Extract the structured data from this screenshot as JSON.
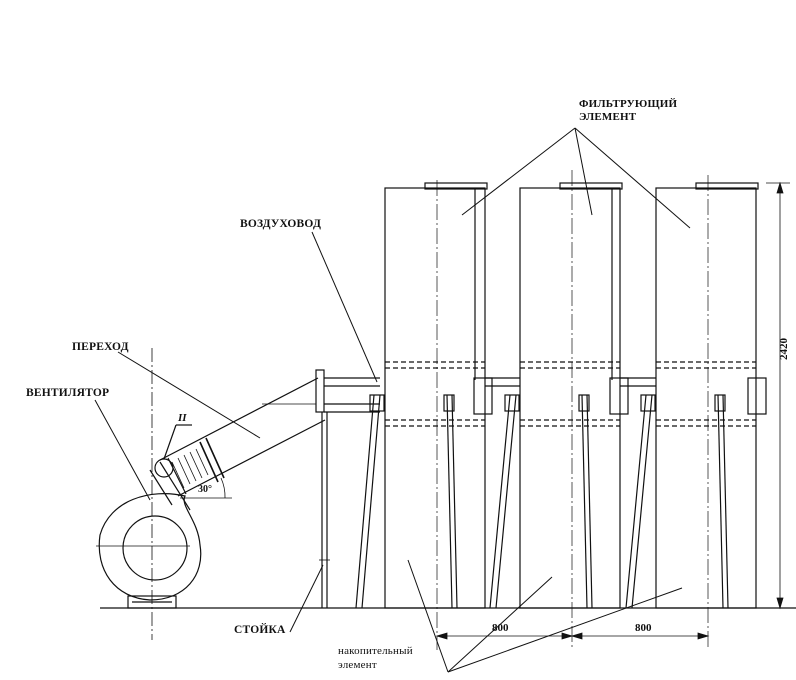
{
  "labels": {
    "filter_element": [
      "ФИЛЬТРУЮЩИЙ",
      "ЭЛЕМЕНТ"
    ],
    "duct": "ВОЗДУХОВОД",
    "transition": "ПЕРЕХОД",
    "fan": "ВЕНТИЛЯТОР",
    "stand": "СТОЙКА",
    "storage_element": [
      "накопительный",
      "элемент"
    ]
  },
  "dimensions": {
    "spacing_1": "800",
    "spacing_2": "800",
    "height": "2420",
    "angle": "30°",
    "detail_ref": "II"
  }
}
